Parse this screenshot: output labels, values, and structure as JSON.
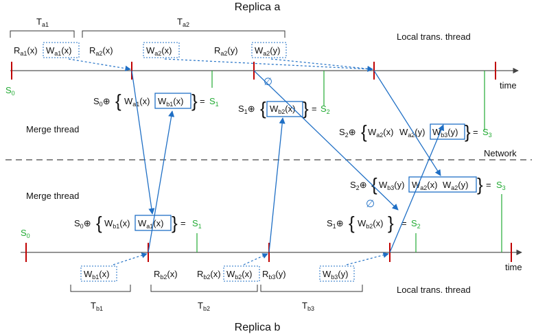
{
  "titles": {
    "replica_a": "Replica a",
    "replica_b": "Replica b"
  },
  "labels": {
    "local_thread_a": "Local trans. thread",
    "local_thread_b": "Local trans. thread",
    "merge_thread_a": "Merge thread",
    "merge_thread_b": "Merge thread",
    "network": "Network",
    "time": "time"
  },
  "symbols": {
    "empty": "∅",
    "oplus": "⊕",
    "eq": "="
  },
  "replica_a": {
    "trans_groups": [
      {
        "name": "T",
        "sub": "a1"
      },
      {
        "name": "T",
        "sub": "a2"
      }
    ],
    "ops": [
      {
        "base": "R",
        "sub": "a1",
        "arg": "(x)",
        "boxed": false
      },
      {
        "base": "W",
        "sub": "a1",
        "arg": "(x)",
        "boxed": true
      },
      {
        "base": "R",
        "sub": "a2",
        "arg": "(x)",
        "boxed": false
      },
      {
        "base": "W",
        "sub": "a2",
        "arg": "(x)",
        "boxed": true
      },
      {
        "base": "R",
        "sub": "a2",
        "arg": "(y)",
        "boxed": false
      },
      {
        "base": "W",
        "sub": "a2",
        "arg": "(y)",
        "boxed": true
      }
    ],
    "states": [
      {
        "base": "S",
        "sub": "0"
      },
      {
        "base": "S",
        "sub": "1"
      },
      {
        "base": "S",
        "sub": "2"
      },
      {
        "base": "S",
        "sub": "3"
      }
    ],
    "merges": [
      {
        "base": "S",
        "sub": "0",
        "left": [
          {
            "base": "W",
            "sub": "a1",
            "arg": "(x)"
          }
        ],
        "right": [
          {
            "base": "W",
            "sub": "b1",
            "arg": "(x)"
          }
        ],
        "result": {
          "base": "S",
          "sub": "1"
        }
      },
      {
        "base": "S",
        "sub": "1",
        "left": [],
        "right": [
          {
            "base": "W",
            "sub": "b2",
            "arg": "(x)"
          }
        ],
        "result": {
          "base": "S",
          "sub": "2"
        }
      },
      {
        "base": "S",
        "sub": "2",
        "left": [
          {
            "base": "W",
            "sub": "a2",
            "arg": "(x)"
          },
          {
            "base": "W",
            "sub": "a2",
            "arg": "(y)"
          }
        ],
        "right": [
          {
            "base": "W",
            "sub": "b3",
            "arg": "(y)"
          }
        ],
        "result": {
          "base": "S",
          "sub": "3"
        }
      }
    ]
  },
  "replica_b": {
    "trans_groups": [
      {
        "name": "T",
        "sub": "b1"
      },
      {
        "name": "T",
        "sub": "b2"
      },
      {
        "name": "T",
        "sub": "b3"
      }
    ],
    "ops": [
      {
        "base": "W",
        "sub": "b1",
        "arg": "(x)",
        "boxed": true
      },
      {
        "base": "R",
        "sub": "b2",
        "arg": "(x)",
        "boxed": false
      },
      {
        "base": "R",
        "sub": "b2",
        "arg": "(x)",
        "boxed": false
      },
      {
        "base": "W",
        "sub": "b2",
        "arg": "(x)",
        "boxed": true
      },
      {
        "base": "R",
        "sub": "b3",
        "arg": "(y)",
        "boxed": false
      },
      {
        "base": "W",
        "sub": "b3",
        "arg": "(y)",
        "boxed": true
      }
    ],
    "states": [
      {
        "base": "S",
        "sub": "0"
      },
      {
        "base": "S",
        "sub": "1"
      },
      {
        "base": "S",
        "sub": "2"
      },
      {
        "base": "S",
        "sub": "3"
      }
    ],
    "merges": [
      {
        "base": "S",
        "sub": "0",
        "left": [
          {
            "base": "W",
            "sub": "b1",
            "arg": "(x)"
          }
        ],
        "right": [
          {
            "base": "W",
            "sub": "a1",
            "arg": "(x)"
          }
        ],
        "result": {
          "base": "S",
          "sub": "1"
        }
      },
      {
        "base": "S",
        "sub": "1",
        "left": [],
        "right": [
          {
            "base": "W",
            "sub": "b2",
            "arg": "(x)"
          }
        ],
        "result": {
          "base": "S",
          "sub": "2"
        }
      },
      {
        "base": "S",
        "sub": "2",
        "left": [
          {
            "base": "W",
            "sub": "b3",
            "arg": "(y)"
          }
        ],
        "right": [
          {
            "base": "W",
            "sub": "a2",
            "arg": "(x)"
          },
          {
            "base": "W",
            "sub": "a2",
            "arg": "(y)"
          }
        ],
        "result": {
          "base": "S",
          "sub": "3"
        }
      }
    ]
  },
  "colors": {
    "axis": "#555555",
    "tick": "#c00000",
    "arrow": "#1f6fc5",
    "state": "#22aa33",
    "box": "#1f6fc5"
  }
}
